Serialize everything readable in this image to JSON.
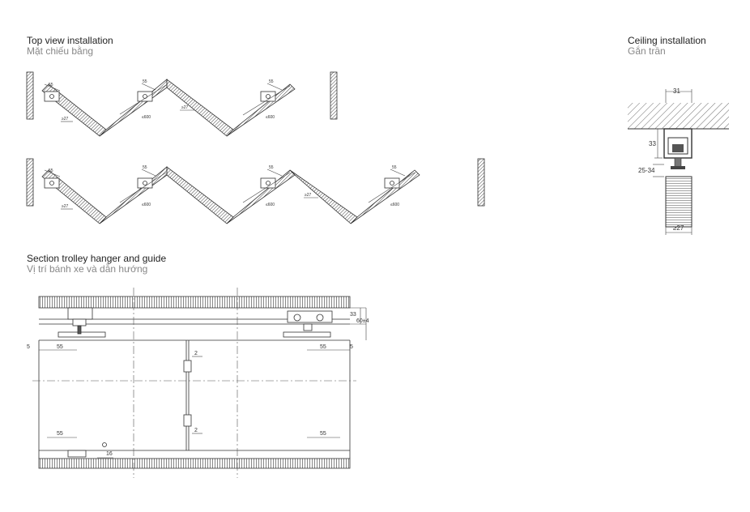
{
  "top_view": {
    "title": "Top view installation",
    "subtitle": "Mặt chiếu bằng"
  },
  "ceiling": {
    "title": "Ceiling installation",
    "subtitle": "Gắn trần",
    "dim_width": "31",
    "dim_height": "33",
    "dim_range": "25-34",
    "dim_panel": "≥27"
  },
  "section": {
    "title": "Section trolley hanger and guide",
    "subtitle": "Vị trí bánh xe và dẫn hướng",
    "dim_55": "55",
    "dim_5": "5",
    "dim_2": "2",
    "dim_16": "16",
    "dim_33": "33",
    "dim_60": "60±4"
  },
  "zigzag": {
    "dim_55": "55",
    "dim_600": "≤600",
    "dim_27": "≥27"
  },
  "colors": {
    "line": "#333333",
    "hatch": "#555555",
    "dim": "#444444"
  }
}
